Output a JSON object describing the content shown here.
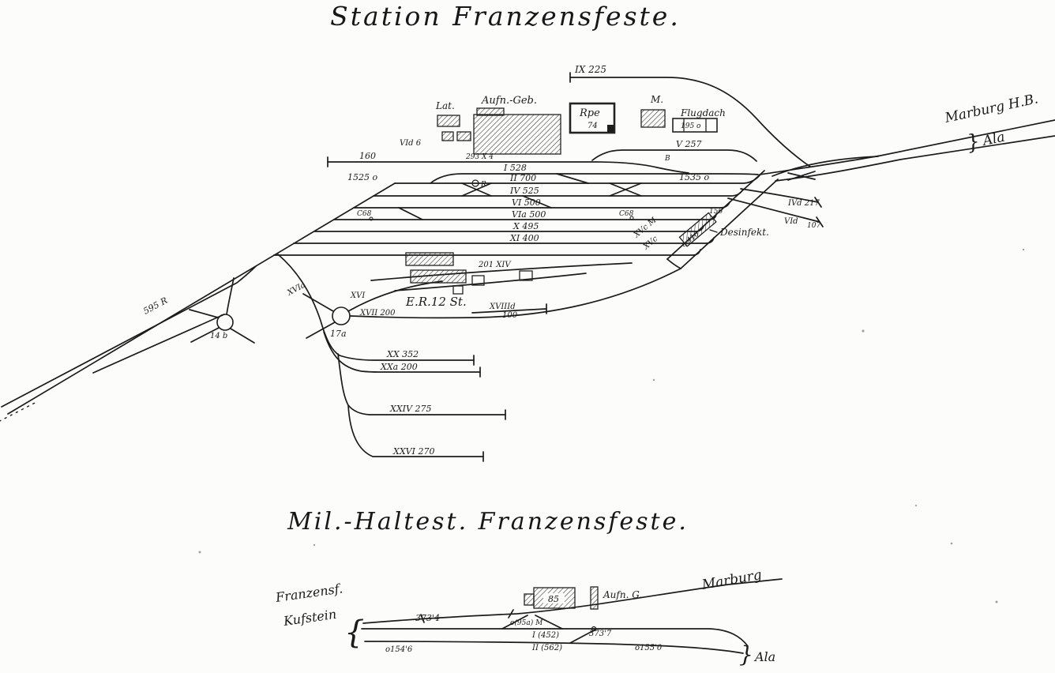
{
  "titles": {
    "station": "Station Franzensfeste.",
    "mil": "Mil.-Haltest. Franzensfeste."
  },
  "colors": {
    "ink": "#1b1b1b",
    "paper": "#fcfcfa"
  },
  "station": {
    "labels": {
      "ix": "IX 225",
      "marburg": "Marburg H.B.",
      "ala_brace": "}",
      "ala": "Ala",
      "lat": "Lat.",
      "aufn_geb": "Aufn.-Geb.",
      "rpe": "Rpe",
      "rpe_num": "74",
      "m": "M.",
      "flugdach": "Flugdach",
      "flugdach_num": "195 o",
      "vid_small": "VId 6",
      "num_293": "293 X 4",
      "t160": "160",
      "t1525": "1525 o",
      "t1": "I 528",
      "t2": "II 700",
      "r_mark": "R",
      "t4": "IV 525",
      "t6": "VI 500",
      "t6a": "VIa 500",
      "t10": "X 495",
      "t11": "XI 400",
      "t1535": "1535 o",
      "v257": "V 257",
      "b_mark": "B",
      "c68_left": "C68",
      "c68_right": "C68",
      "n156": "156",
      "ivd": "IVd 217",
      "vid": "VId",
      "n107": "107",
      "xvc_m": "XVc M",
      "xvc": "XVc",
      "n416": "o 416",
      "desinfekt": "Desinfekt.",
      "n201": "201 XIV",
      "xvi_a": "XVIa",
      "xvi": "XVI",
      "er12st": "E.R.12 St.",
      "xviiid": "XVIIId",
      "n100": "100",
      "xvii200": "XVII 200",
      "n17a": "17a",
      "n14b": "14 b",
      "n595": "595 R",
      "xx": "XX 352",
      "xxa": "XXa 200",
      "xxiv": "XXIV 275",
      "xxvi": "XXVI 270"
    }
  },
  "halt": {
    "labels": {
      "franzensf": "Franzensf.",
      "kufstein": "Kufstein",
      "brace_left": "{",
      "n3734": "373'4",
      "n85": "85",
      "aufn_g": "Aufn. G.",
      "marburg": "Marburg",
      "n95a": "o(95a) M",
      "t1": "I (452)",
      "n3737": "373'7",
      "t2": "II (562)",
      "n1546": "o154'6",
      "n1550": "o155'0",
      "ala_brace": "}",
      "ala": "Ala"
    }
  }
}
